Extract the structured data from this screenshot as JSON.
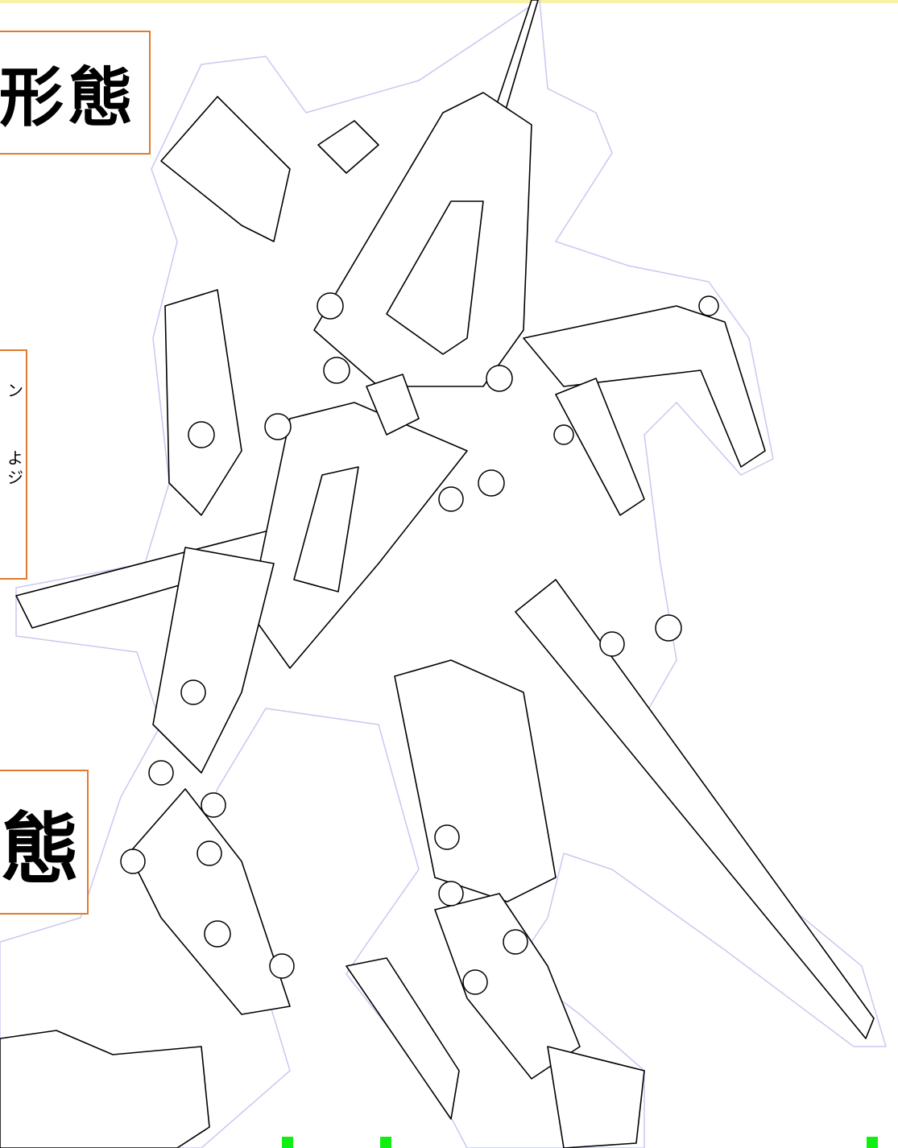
{
  "titles": {
    "top": "形態",
    "bottom": "態"
  },
  "description": {
    "lines": [
      "ン",
      "よ",
      "ジ"
    ]
  },
  "figure": {
    "subject": "robot-line-art",
    "line_color": "#000000",
    "halo_color": "#c8c8f0"
  },
  "colors": {
    "accent_border": "#e07a2e",
    "marker": "#11ee11",
    "top_strip": "#f7f2a6"
  }
}
